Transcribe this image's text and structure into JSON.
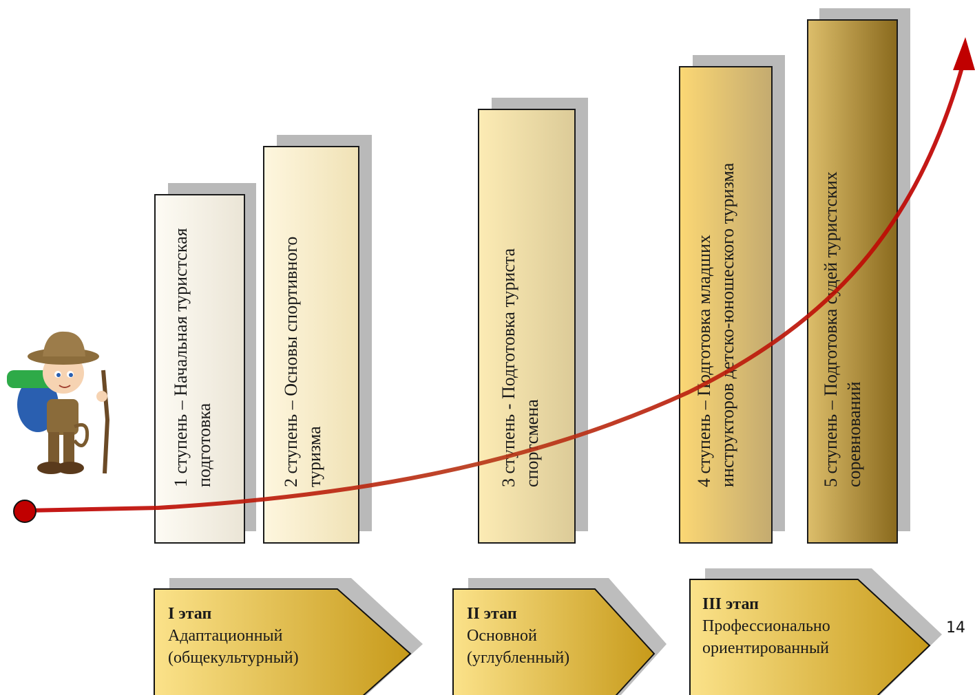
{
  "steps": [
    {
      "lines": [
        "1 ступень – Начальная туристская",
        "подготовка"
      ]
    },
    {
      "lines": [
        "2 ступень – Основы спортивного",
        "туризма"
      ]
    },
    {
      "lines": [
        "3 ступень - Подготовка туриста",
        "спортсмена"
      ]
    },
    {
      "lines": [
        "4 ступень – Подготовка младших",
        "инструкторов детско-юношеского туризма"
      ]
    },
    {
      "lines": [
        "5 ступень – Подготовка судей туристских",
        "соревнований"
      ]
    }
  ],
  "stages": [
    {
      "title": "I этап",
      "lines": [
        "Адаптационный",
        "(общекультурный)"
      ]
    },
    {
      "title": "II этап",
      "lines": [
        "Основной",
        "(углубленный)"
      ]
    },
    {
      "title": "III этап",
      "lines": [
        "Профессионально",
        "ориентированный"
      ]
    }
  ],
  "page_number": "14",
  "colors": {
    "curve": "#c00000",
    "start_dot": "#c00000",
    "arrow_light": "#fbe28a",
    "arrow_dark": "#c79a1a"
  }
}
